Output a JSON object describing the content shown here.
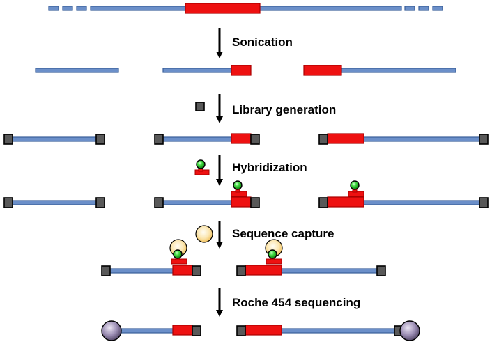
{
  "steps": [
    {
      "label": "Sonication"
    },
    {
      "label": "Library generation"
    },
    {
      "label": "Hybridization"
    },
    {
      "label": "Sequence capture"
    },
    {
      "label": "Roche 454 sequencing"
    }
  ],
  "colors": {
    "dna_fill": "#6b8fc9",
    "dna_stroke": "#3a5f9a",
    "target_fill": "#ee1111",
    "target_stroke": "#aa0000",
    "adapter_fill": "#595959",
    "adapter_stroke": "#000000",
    "biotin_fill": "#22c422",
    "bead_fill": "#f6d27a",
    "sequencing_bead_fill": "#8f80a6"
  }
}
